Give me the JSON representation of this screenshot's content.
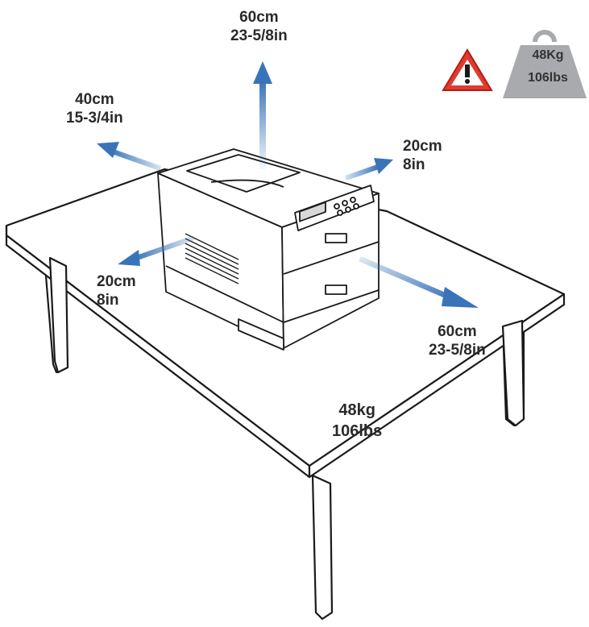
{
  "clearances": {
    "top": {
      "metric": "60cm",
      "imperial": "23-5/8in"
    },
    "rear": {
      "metric": "40cm",
      "imperial": "15-3/4in"
    },
    "right": {
      "metric": "20cm",
      "imperial": "8in"
    },
    "left": {
      "metric": "20cm",
      "imperial": "8in"
    },
    "front": {
      "metric": "60cm",
      "imperial": "23-5/8in"
    }
  },
  "weight": {
    "metric": "48kg",
    "imperial": "106lbs"
  },
  "weight_badge": {
    "metric": "48Kg",
    "imperial": "106lbs"
  },
  "colors": {
    "arrow": "#3a74b8",
    "warning": "#e23a2e",
    "weight_icon": "#a8aaad"
  },
  "icons": [
    "warning-triangle-icon",
    "weight-icon"
  ]
}
